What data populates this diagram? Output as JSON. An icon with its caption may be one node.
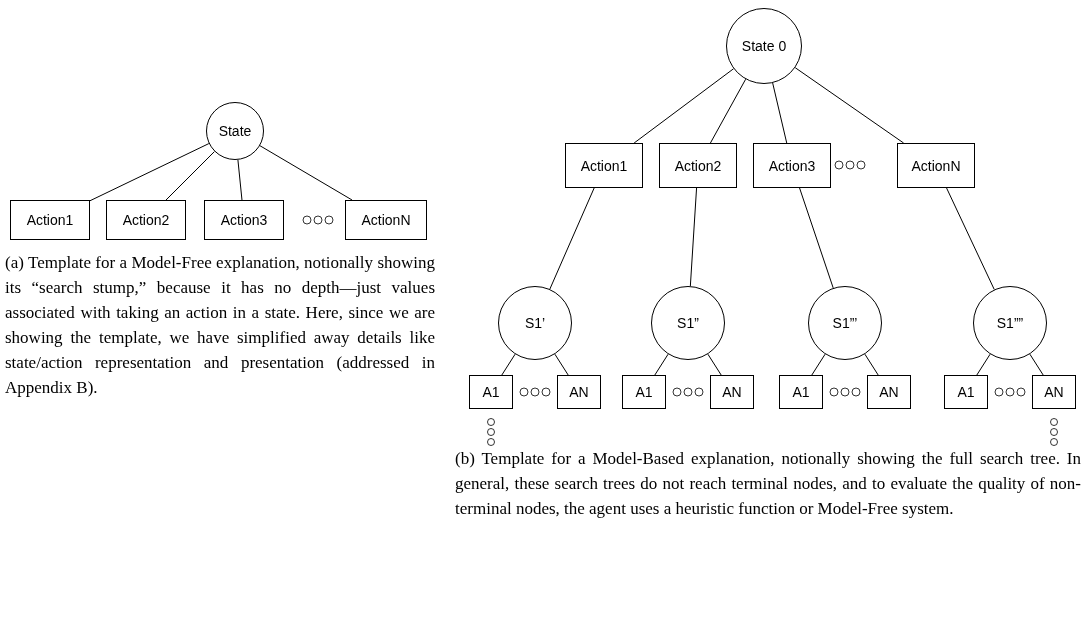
{
  "diagram": {
    "nodes": [
      {
        "text": [
          "State"
        ]
      },
      {
        "text": [
          "Action1"
        ]
      },
      {
        "text": [
          "Action2"
        ]
      },
      {
        "text": [
          "Action3"
        ]
      },
      {
        "text": [
          "ActionN"
        ]
      },
      {
        "text": [
          "State 0"
        ]
      },
      {
        "text": [
          "Action1"
        ]
      },
      {
        "text": [
          "Action2"
        ]
      },
      {
        "text": [
          "Action3"
        ]
      },
      {
        "text": [
          "ActionN"
        ]
      },
      {
        "text": [
          "S1’"
        ]
      },
      {
        "text": [
          "S1”"
        ]
      },
      {
        "text": [
          "S1”’"
        ]
      },
      {
        "text": [
          "S1””"
        ]
      },
      {
        "text": [
          "A1"
        ]
      },
      {
        "text": [
          "AN"
        ]
      },
      {
        "text": [
          "A1"
        ]
      },
      {
        "text": [
          "AN"
        ]
      },
      {
        "text": [
          "A1"
        ]
      },
      {
        "text": [
          "AN"
        ]
      },
      {
        "text": [
          "A1"
        ]
      },
      {
        "text": [
          "AN"
        ]
      }
    ],
    "edges": [
      {
        "from": 0,
        "to": 1,
        "arrow": "none"
      },
      {
        "from": 0,
        "to": 2,
        "arrow": "none"
      },
      {
        "from": 0,
        "to": 3,
        "arrow": "none"
      },
      {
        "from": 0,
        "to": 4,
        "arrow": "none"
      },
      {
        "from": 5,
        "to": 6,
        "arrow": "none"
      },
      {
        "from": 5,
        "to": 7,
        "arrow": "none"
      },
      {
        "from": 5,
        "to": 8,
        "arrow": "none"
      },
      {
        "from": 5,
        "to": 9,
        "arrow": "none"
      },
      {
        "from": 6,
        "to": 10,
        "arrow": "none"
      },
      {
        "from": 7,
        "to": 11,
        "arrow": "none"
      },
      {
        "from": 8,
        "to": 12,
        "arrow": "none"
      },
      {
        "from": 9,
        "to": 13,
        "arrow": "none"
      },
      {
        "from": 10,
        "to": 14,
        "arrow": "none"
      },
      {
        "from": 10,
        "to": 15,
        "arrow": "none"
      },
      {
        "from": 11,
        "to": 16,
        "arrow": "none"
      },
      {
        "from": 11,
        "to": 17,
        "arrow": "none"
      },
      {
        "from": 12,
        "to": 18,
        "arrow": "none"
      },
      {
        "from": 12,
        "to": 19,
        "arrow": "none"
      },
      {
        "from": 13,
        "to": 20,
        "arrow": "none"
      },
      {
        "from": 13,
        "to": 21,
        "arrow": "none"
      }
    ],
    "labels": [
      "(a) Template for a Model-Free explanation, notionally showing its “search stump,” because it has no depth—just values associated with taking an action in a state. Here, since we are showing the template, we have simplified away details like state/action representation and presentation (addressed in Appendix B).",
      "(b) Template for a Model-Based explanation, notionally showing the full search tree. In general, these search trees do not reach terminal nodes, and to evaluate the quality of non-terminal nodes, the agent uses a heuristic function or Model-Free system."
    ]
  }
}
